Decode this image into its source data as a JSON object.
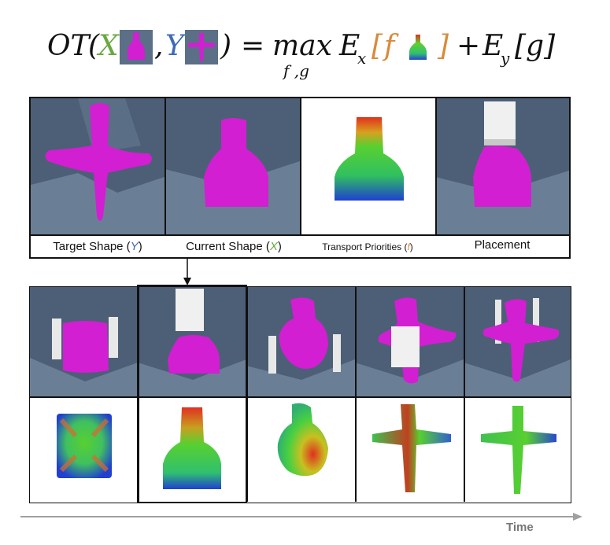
{
  "equation": {
    "lhs_func": "OT",
    "open_paren": "(",
    "var_x": "X",
    "comma": ",",
    "var_y": "Y",
    "close_paren": ")",
    "equals": "=",
    "max": "max",
    "max_sub": "f ,g",
    "ex": "E",
    "ex_sub": "x",
    "bracket_open": "[",
    "f": "f",
    "bracket_close": "]",
    "plus": "+",
    "ey": "E",
    "ey_sub": "y",
    "g_term": "[g]"
  },
  "top_panel": {
    "captions": {
      "target_prefix": "Target Shape (",
      "target_var": "Y",
      "target_suffix": ")",
      "current_prefix": "Current Shape (",
      "current_var": "X",
      "current_suffix": ")",
      "priorities_prefix": "Transport Priorities (",
      "priorities_var": "f",
      "priorities_suffix": ")",
      "placement": "Placement"
    }
  },
  "axis": {
    "time_label": "Time"
  },
  "colors": {
    "magenta": "#d21fd2",
    "green_var": "#6aa842",
    "blue_var": "#3f6ab5",
    "orange_var": "#d98a3a",
    "arrow_gray": "#999999"
  }
}
